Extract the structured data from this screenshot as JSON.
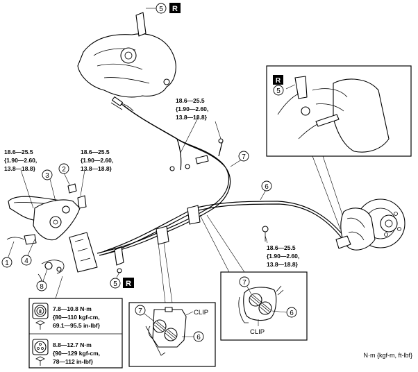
{
  "rh_tag": "R",
  "torques": {
    "t_top": [
      "18.6—25.5",
      "{1.90—2.60,",
      "13.8—18.8}"
    ],
    "t_left": [
      "18.6—25.5",
      "{1.90—2.60,",
      "13.8—18.8}"
    ],
    "t_mid": [
      "18.6—25.5",
      "{1.90—2.60,",
      "13.8—18.8}"
    ],
    "t_right": [
      "18.6—25.5",
      "{1.90—2.60,",
      "13.8—18.8}"
    ],
    "t_b8": [
      "7.8—10.8 N·m",
      "{80—110 kgf-cm,",
      "69.1—95.5 in-lbf}"
    ],
    "t_bolt": [
      "8.8—12.7 N·m",
      "{90—129 kgf-cm,",
      "78—112 in-lbf}"
    ]
  },
  "callouts": {
    "n1": "1",
    "n2": "2",
    "n3": "3",
    "n4": "4",
    "n5": "5",
    "n6": "6",
    "n7": "7",
    "n8": "8"
  },
  "clip_label": "CLIP",
  "units_note": "N·m {kgf-m, ft-lbf}"
}
